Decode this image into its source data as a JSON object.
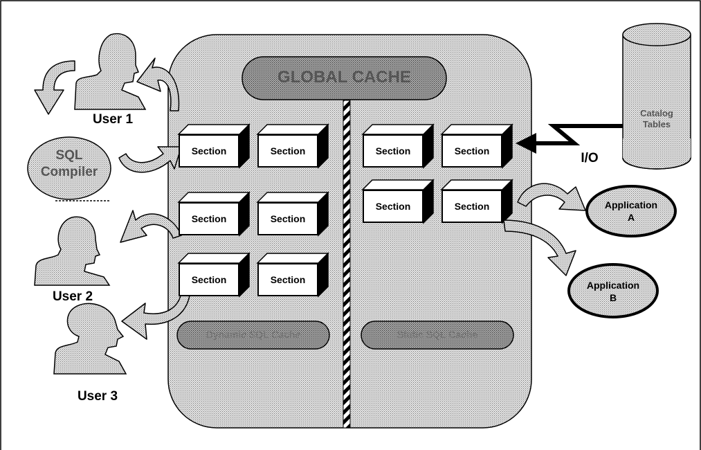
{
  "global_cache": {
    "title": "GLOBAL CACHE",
    "dynamic_label": "Dynamic SQL Cache",
    "static_label": "Static SQL Cache"
  },
  "section_label": "Section",
  "users": [
    {
      "label": "User 1"
    },
    {
      "label": "User 2"
    },
    {
      "label": "User 3"
    }
  ],
  "sql_compiler": {
    "line1": "SQL",
    "line2": "Compiler"
  },
  "catalog_tables": {
    "line1": "Catalog",
    "line2": "Tables"
  },
  "io_label": "I/O",
  "applications": [
    {
      "line1": "Application",
      "line2": "A"
    },
    {
      "line1": "Application",
      "line2": "B"
    }
  ],
  "colors": {
    "stipple": "#cfcfcf",
    "dark_stipple": "#9a9a9a",
    "outline": "#000000"
  }
}
